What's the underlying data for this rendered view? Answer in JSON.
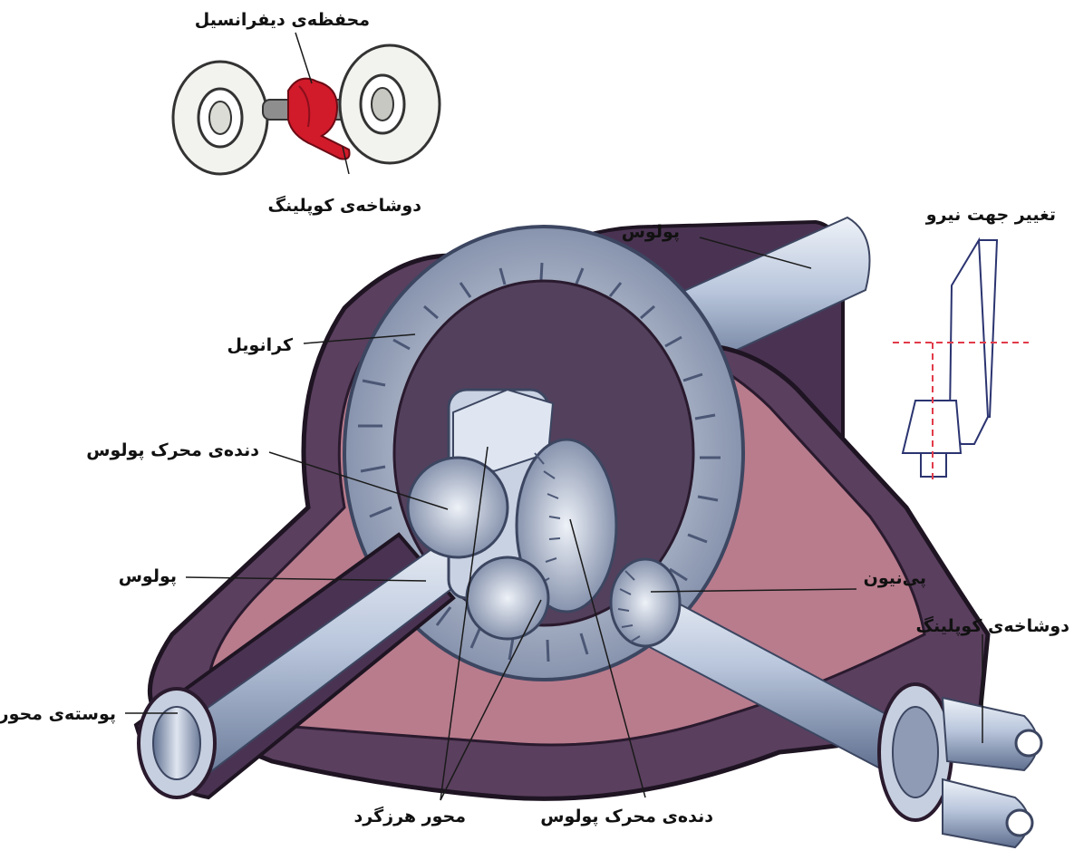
{
  "labels": {
    "differential_housing": "محفظه‌ی دیفرانسیل",
    "coupling_yoke_top": "دوشاخه‌ی کوپلینگ",
    "axle_shaft_top": "پولوس",
    "force_direction_change": "تغییر جهت نیرو",
    "ring_gear": "کرانویل",
    "axle_drive_gear_left": "دنده‌ی محرک پولوس",
    "axle_shaft_left": "پولوس",
    "pinion": "پی‌نیون",
    "coupling_yoke_right": "دوشاخه‌ی کوپلینگ",
    "axle_housing": "پوسته‌ی محور",
    "spider_shaft": "محور هرزگرد",
    "axle_drive_gear_bottom": "دنده‌ی محرک پولوس"
  },
  "colors": {
    "housing": "#5a3f5e",
    "housing_inner": "#b97c8d",
    "metal": "#b9c6dc",
    "metal_dark": "#5f6f8f",
    "highlight": "#d11a2a",
    "guide_line": "#e23b4a"
  }
}
